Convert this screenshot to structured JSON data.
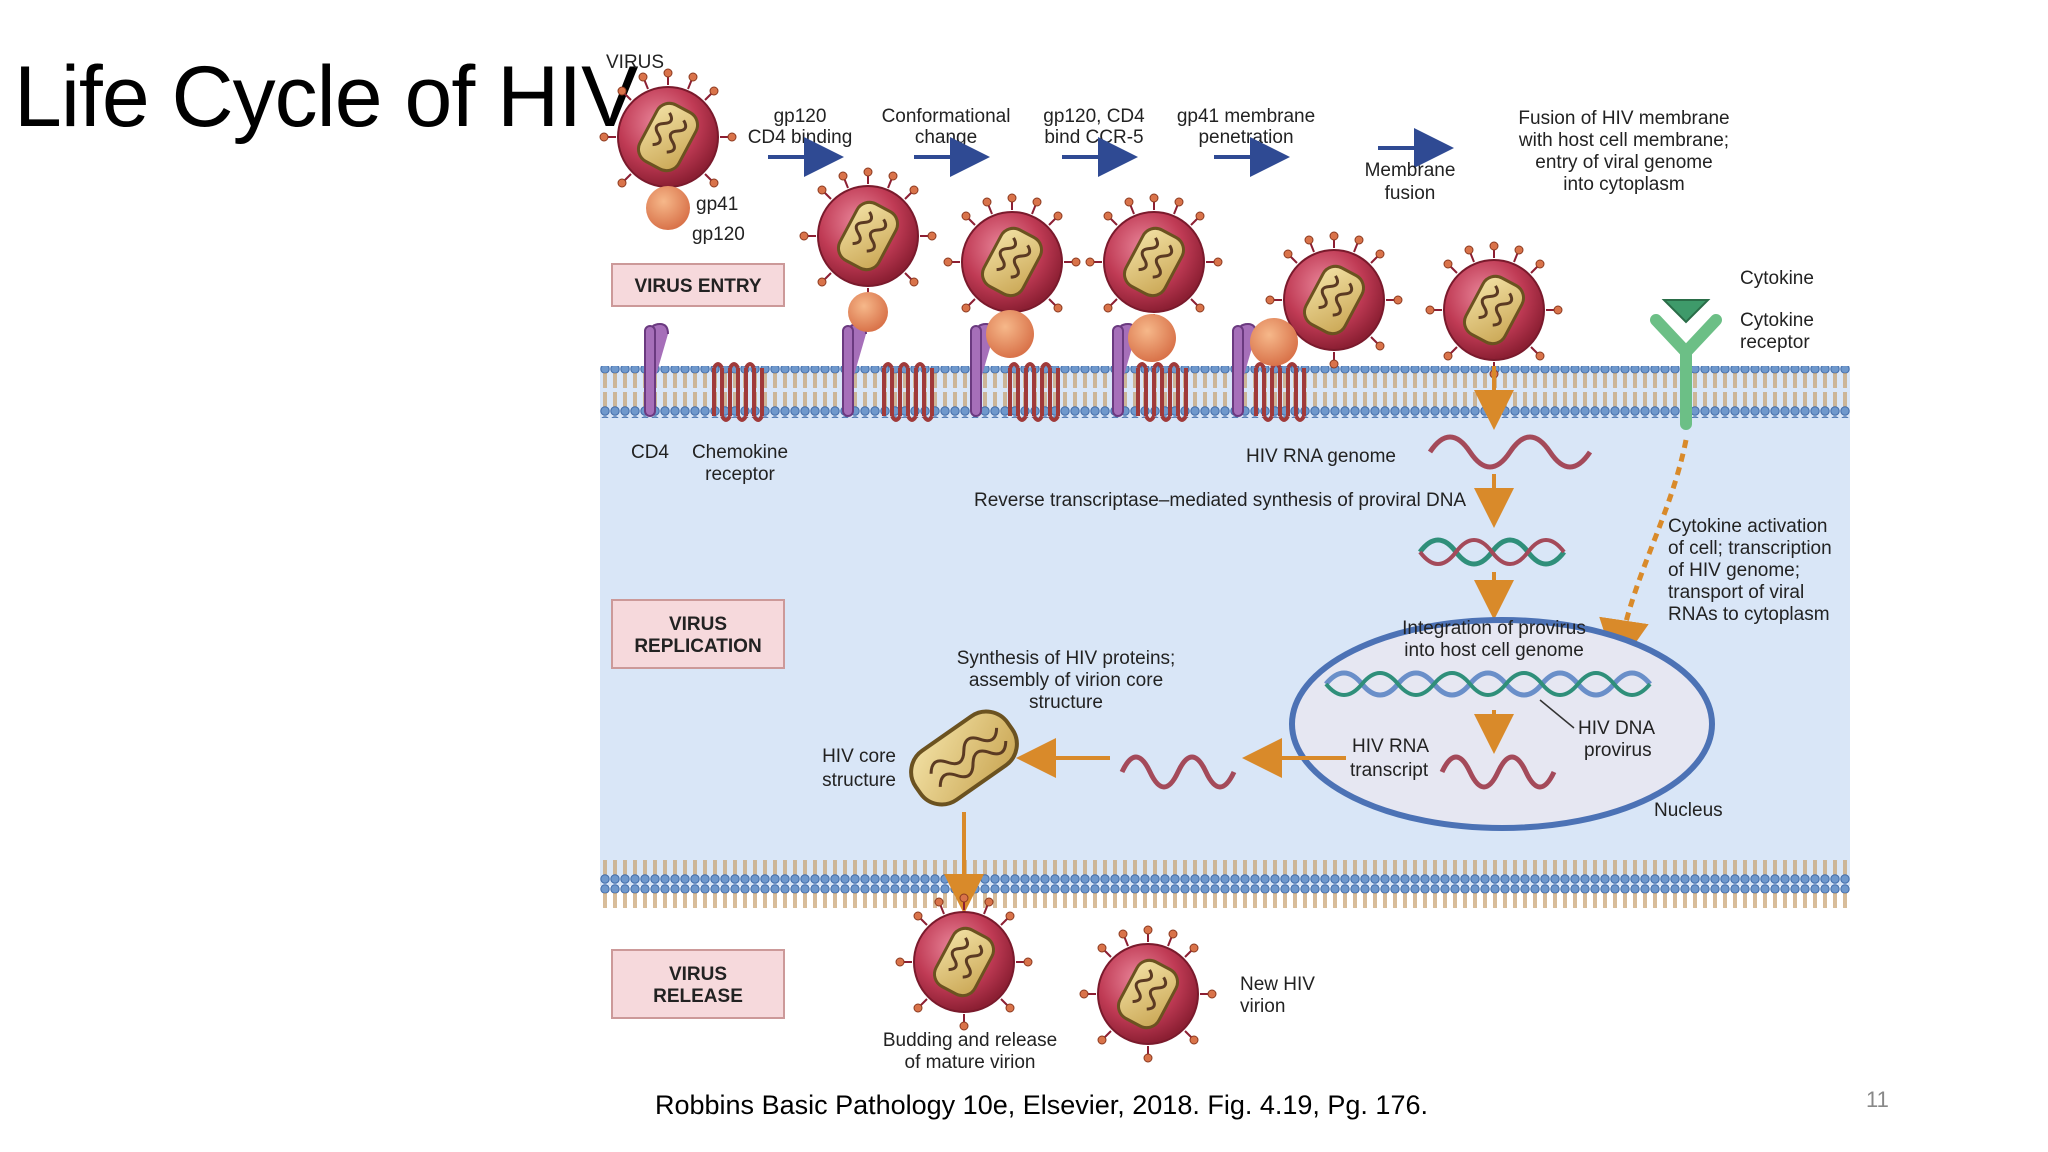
{
  "slide": {
    "title": "Life Cycle of HIV",
    "page_number": "11"
  },
  "citation": "Robbins Basic Pathology 10e, Elsevier, 2018. Fig. 4.19, Pg. 176.",
  "stages": {
    "entry": "VIRUS ENTRY",
    "replication_1": "VIRUS",
    "replication_2": "REPLICATION",
    "release_1": "VIRUS",
    "release_2": "RELEASE"
  },
  "labels": {
    "virus": "VIRUS",
    "gp41": "gp41",
    "gp120": "gp120",
    "step1_a": "gp120",
    "step1_b": "CD4 binding",
    "step2_a": "Conformational",
    "step2_b": "change",
    "step3_a": "gp120, CD4",
    "step3_b": "bind CCR-5",
    "step4_a": "gp41 membrane",
    "step4_b": "penetration",
    "fusion_a": "Membrane",
    "fusion_b": "fusion",
    "fusion_desc_1": "Fusion of HIV membrane",
    "fusion_desc_2": "with host cell membrane;",
    "fusion_desc_3": "entry of viral genome",
    "fusion_desc_4": "into cytoplasm",
    "cytokine": "Cytokine",
    "cytokine_receptor_a": "Cytokine",
    "cytokine_receptor_b": "receptor",
    "cd4": "CD4",
    "chemokine_a": "Chemokine",
    "chemokine_b": "receptor",
    "rna_genome": "HIV RNA genome",
    "rt_synthesis": "Reverse transcriptase–mediated synthesis of proviral DNA",
    "cyto_act_1": "Cytokine activation",
    "cyto_act_2": "of cell; transcription",
    "cyto_act_3": "of HIV genome;",
    "cyto_act_4": "transport of viral",
    "cyto_act_5": "RNAs to cytoplasm",
    "integration_a": "Integration of provirus",
    "integration_b": "into host cell genome",
    "synthesis_a": "Synthesis of HIV proteins;",
    "synthesis_b": "assembly of virion core",
    "synthesis_c": "structure",
    "core_a": "HIV core",
    "core_b": "structure",
    "rna_transcript_a": "HIV RNA",
    "rna_transcript_b": "transcript",
    "dna_provirus_a": "HIV DNA",
    "dna_provirus_b": "provirus",
    "nucleus": "Nucleus",
    "budding_a": "Budding and release",
    "budding_b": "of mature virion",
    "new_virion_a": "New HIV",
    "new_virion_b": "virion"
  },
  "colors": {
    "cytoplasm": "#d9e6f7",
    "membrane": "#7fa6d8",
    "virus": "#b8344a",
    "arrow": "#d98a2a",
    "stage_box": "#f6d9dc"
  }
}
